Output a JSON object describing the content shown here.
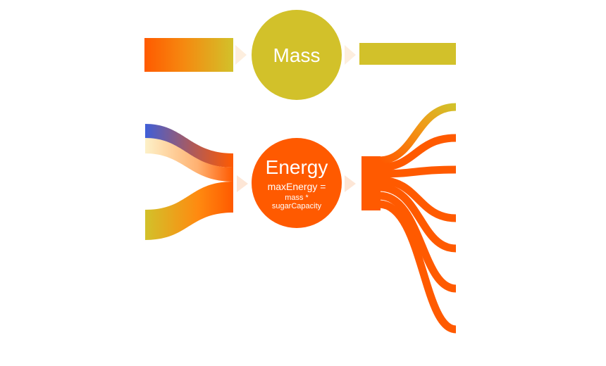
{
  "colors": {
    "orange": "#ff5a00",
    "olive": "#d2c12a",
    "blue": "#3f5fd8",
    "cream": "#fde9bf",
    "arrow": "#fde6d6"
  },
  "nodes": {
    "mass": {
      "title": "Mass"
    },
    "energy": {
      "title": "Energy",
      "formula_line1": "maxEnergy =",
      "formula_line2": "mass *",
      "formula_line3": "sugarCapacity"
    }
  }
}
